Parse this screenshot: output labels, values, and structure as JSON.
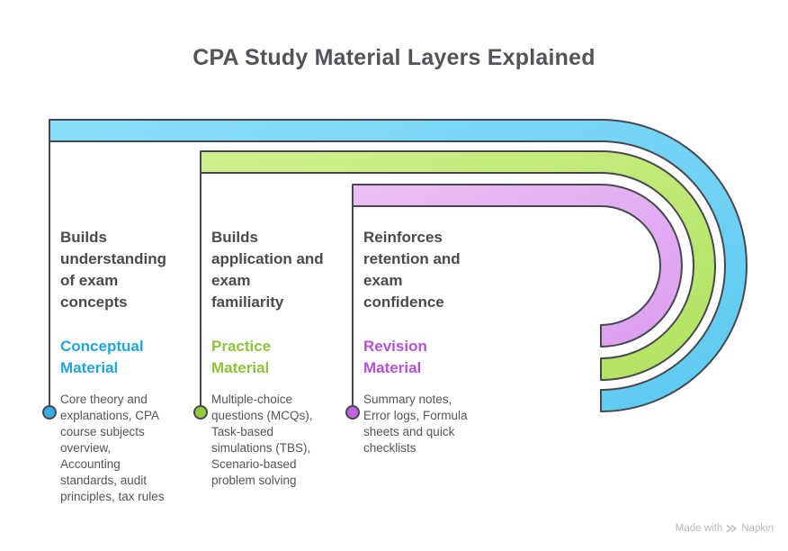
{
  "title": "CPA Study Material Layers Explained",
  "columns": [
    {
      "heading": "Builds\nunderstanding\nof exam\nconcepts",
      "label": "Conceptual\nMaterial",
      "body": "Core theory and\nexplanations, CPA\ncourse subjects\noverview,\nAccounting\nstandards, audit\nprinciples, tax rules"
    },
    {
      "heading": "Builds\napplication and\nexam\nfamiliarity",
      "label": "Practice\nMaterial",
      "body": "Multiple-choice\nquestions (MCQs),\nTask-based\nsimulations (TBS),\nScenario-based\nproblem solving"
    },
    {
      "heading": "Reinforces\nretention and\nexam\nconfidence",
      "label": "Revision\nMaterial",
      "body": "Summary notes,\nError logs, Formula\nsheets and quick\nchecklists"
    }
  ],
  "colors": {
    "outline": "#45494e",
    "band_blue_light": "#8addf8",
    "band_blue_dark": "#5cc9f2",
    "band_green_light": "#cef08d",
    "band_green_dark": "#b2e260",
    "band_purple_light": "#ebbff6",
    "band_purple_dark": "#dd9def",
    "label_blue": "#21a5db",
    "label_green": "#8dc33c",
    "label_purple": "#b352d6",
    "bullet_blue": "#35ade4",
    "bullet_green": "#96ca41",
    "bullet_purple": "#bc64db"
  },
  "footer": {
    "made_with": "Made with",
    "brand": "Napkin"
  }
}
